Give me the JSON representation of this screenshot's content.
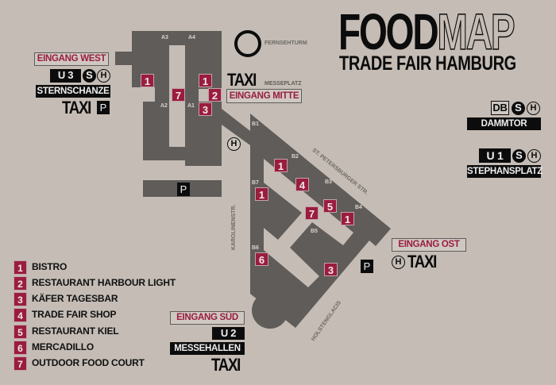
{
  "title": {
    "part1": "FOOD",
    "part2": "MAP",
    "subtitle": "TRADE FAIR HAMBURG"
  },
  "colors": {
    "background": "#c4bcb5",
    "halls": "#5f5c59",
    "marker": "#9a1d3e",
    "text": "#0c0c0c"
  },
  "landmarks": {
    "tower": "FERNSEHTURM"
  },
  "halls": [
    "A1",
    "A2",
    "A3",
    "A4",
    "B1",
    "B2",
    "B3",
    "B4",
    "B5",
    "B6",
    "B7"
  ],
  "streets": {
    "petersburger": "ST. PETERSBURGER STR.",
    "karolinen": "KAROLINENSTR.",
    "holsten": "HOLSTENGLACIS"
  },
  "markers": {
    "a_left_1": "1",
    "a_7": "7",
    "a_right_1": "1",
    "a_2": "2",
    "a_3": "3",
    "b_1_top": "1",
    "b_4": "4",
    "b_1_left": "1",
    "b_7": "7",
    "b_5": "5",
    "b_1_right": "1",
    "b_6": "6",
    "b_3": "3"
  },
  "entrances": {
    "west": {
      "label": "EINGANG WEST",
      "line": "U 3",
      "s": "S",
      "h": "H",
      "station": "STERNSCHANZE",
      "taxi": "TAXI",
      "parking": "P"
    },
    "mitte": {
      "label": "EINGANG MITTE",
      "taxi": "TAXI",
      "place": "MESSEPLATZ",
      "bus": "H"
    },
    "ost": {
      "label": "EINGANG OST",
      "bus": "H",
      "taxi": "TAXI",
      "parking": "P"
    },
    "sued": {
      "label": "EINGANG SÜD",
      "line": "U 2",
      "station": "MESSEHALLEN",
      "taxi": "TAXI"
    },
    "parking_a": "P"
  },
  "stations": {
    "dammtor": {
      "line": "DB",
      "s": "S",
      "h": "H",
      "name": "DAMMTOR"
    },
    "stephansplatz": {
      "line": "U 1",
      "s": "S",
      "h": "H",
      "name": "STEPHANSPLATZ"
    }
  },
  "legend": [
    {
      "num": "1",
      "label": "BISTRO"
    },
    {
      "num": "2",
      "label": "RESTAURANT HARBOUR LIGHT"
    },
    {
      "num": "3",
      "label": "KÄFER TAGESBAR"
    },
    {
      "num": "4",
      "label": "TRADE FAIR SHOP"
    },
    {
      "num": "5",
      "label": "RESTAURANT KIEL"
    },
    {
      "num": "6",
      "label": "MERCADILLO"
    },
    {
      "num": "7",
      "label": "OUTDOOR FOOD COURT"
    }
  ]
}
